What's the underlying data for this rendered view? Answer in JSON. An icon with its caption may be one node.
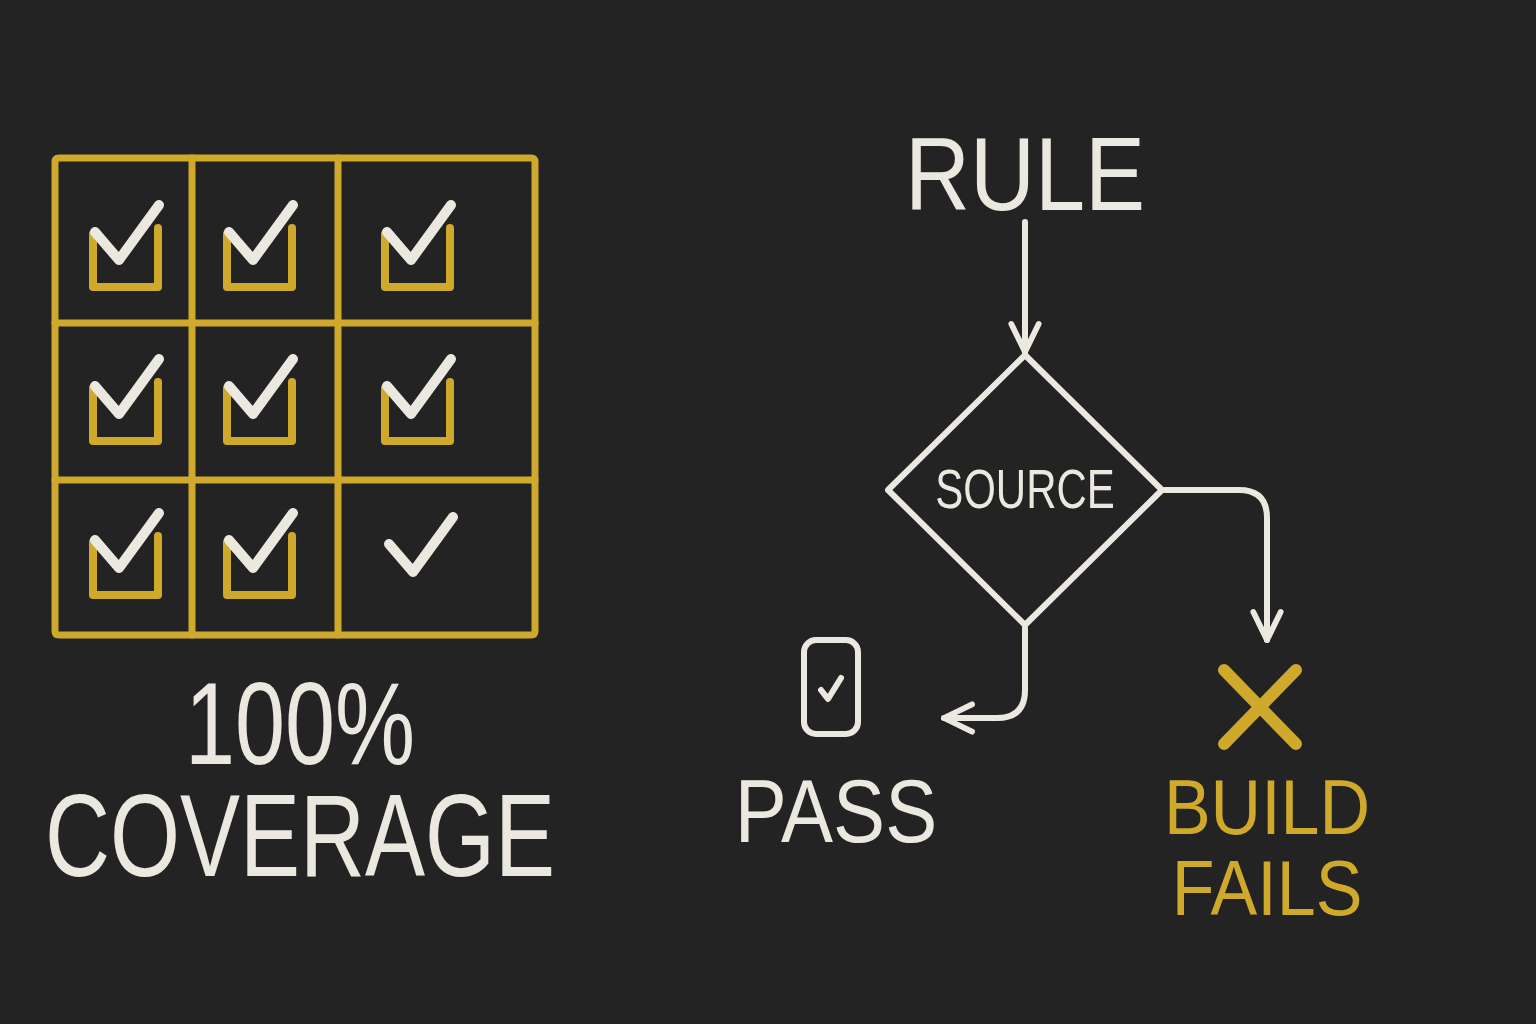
{
  "diagram": {
    "nodes": [
      {
        "text": [
          "RULE"
        ]
      },
      {
        "text": [
          "SOURCE"
        ]
      },
      {
        "text": [
          "PASS"
        ]
      },
      {
        "text": [
          "BUILD FAILS"
        ]
      }
    ],
    "edges": [
      {
        "from": 0,
        "to": 1,
        "arrow": "to"
      },
      {
        "from": 1,
        "to": 3,
        "arrow": "to"
      },
      {
        "from": 1,
        "to": 2,
        "arrow": "to"
      }
    ],
    "labels": [
      "100% COVERAGE"
    ]
  }
}
